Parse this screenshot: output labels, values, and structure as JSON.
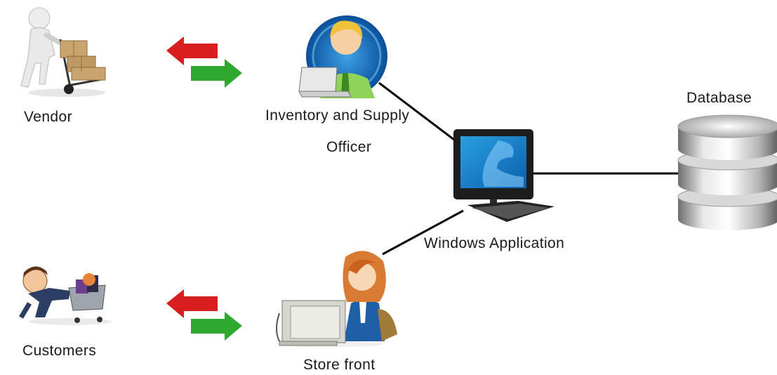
{
  "nodes": {
    "vendor": {
      "label": "Vendor",
      "icon": "vendor-with-hand-truck-icon"
    },
    "officer": {
      "label_line1": "Inventory and Supply",
      "label_line2": "Officer",
      "icon": "officer-with-laptop-icon"
    },
    "windows_app": {
      "label": "Windows Application",
      "icon": "desktop-computer-icon"
    },
    "database": {
      "label": "Database",
      "icon": "database-cylinder-icon"
    },
    "customers": {
      "label": "Customers",
      "icon": "customer-with-cart-icon"
    },
    "store_front": {
      "label": "Store front",
      "icon": "clerk-at-computer-icon"
    }
  },
  "exchange_arrows": {
    "left_color": "#d81e1e",
    "right_color": "#2ea82e"
  },
  "connector_color": "#000000"
}
